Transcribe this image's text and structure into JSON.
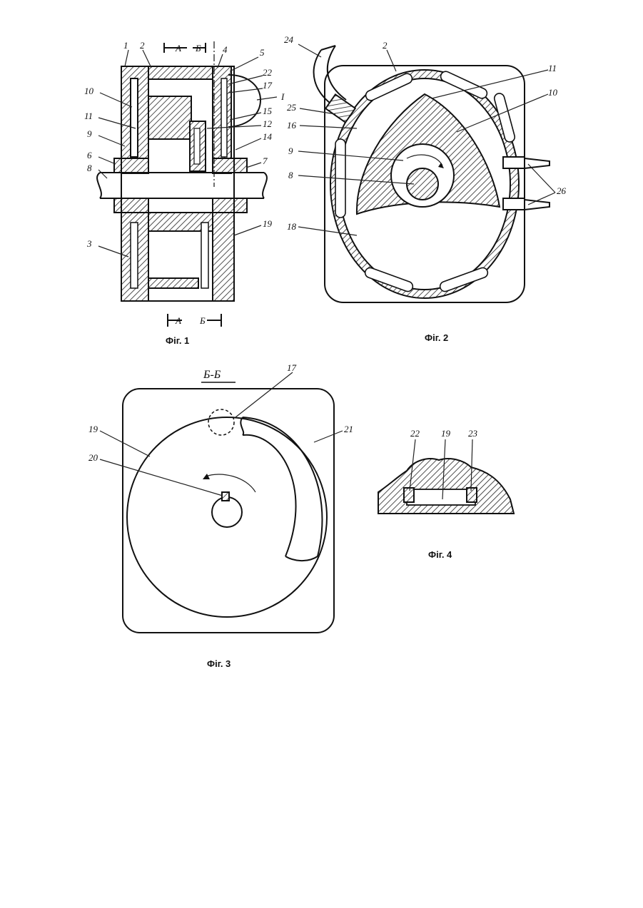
{
  "figures": {
    "fig1": {
      "caption": "Фіг. 1",
      "section_top_a": "А",
      "section_top_b": "Б",
      "section_bottom_a": "А",
      "section_bottom_b": "Б",
      "roman_i": "I",
      "labels": [
        "1",
        "2",
        "4",
        "5",
        "22",
        "17",
        "10",
        "11",
        "9",
        "6",
        "8",
        "15",
        "12",
        "14",
        "7",
        "19",
        "3"
      ]
    },
    "fig2": {
      "caption": "Фіг. 2",
      "labels": [
        "24",
        "2",
        "11",
        "10",
        "25",
        "16",
        "9",
        "8",
        "26",
        "18"
      ]
    },
    "fig3": {
      "caption": "Фіг. 3",
      "section_title": "Б-Б",
      "labels": [
        "17",
        "19",
        "21",
        "20"
      ]
    },
    "fig4": {
      "caption": "Фіг. 4",
      "labels": [
        "22",
        "19",
        "23"
      ]
    }
  }
}
